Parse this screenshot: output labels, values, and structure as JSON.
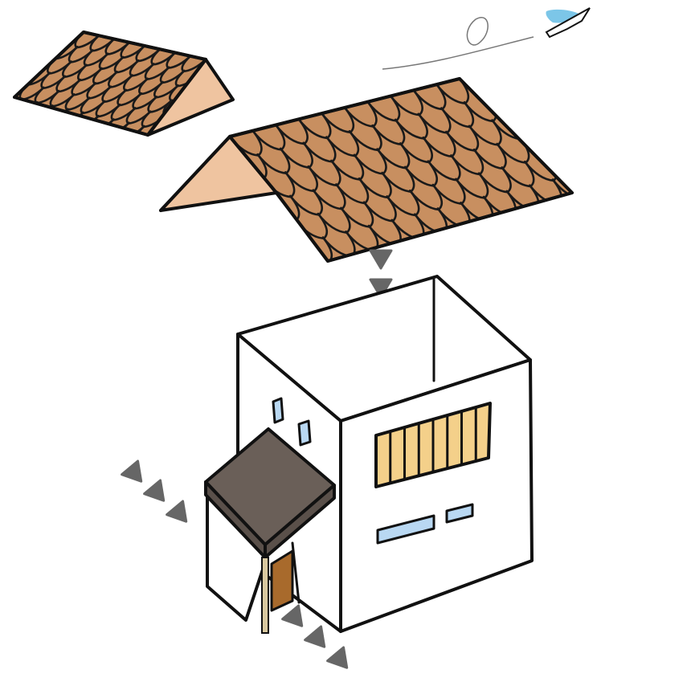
{
  "illustration": {
    "subject": "house-with-detached-roof",
    "roof_count": 2,
    "arrow_groups": 3,
    "arrows_per_group": 3
  },
  "colors": {
    "background": "#ffffff",
    "roof_tiles": "#c88f60",
    "roof_gable": "#efc4a0",
    "walls": "#ffffff",
    "porch_roof": "#6a5f58",
    "door": "#a86a2c",
    "slatted_window": "#f4d08a",
    "small_windows": "#b9d8f2",
    "bird": "#7cc6e8",
    "arrows": "#666666",
    "outline": "#111111"
  },
  "icons": {
    "bird": "bird-icon",
    "arrow": "down-arrow-icon"
  }
}
